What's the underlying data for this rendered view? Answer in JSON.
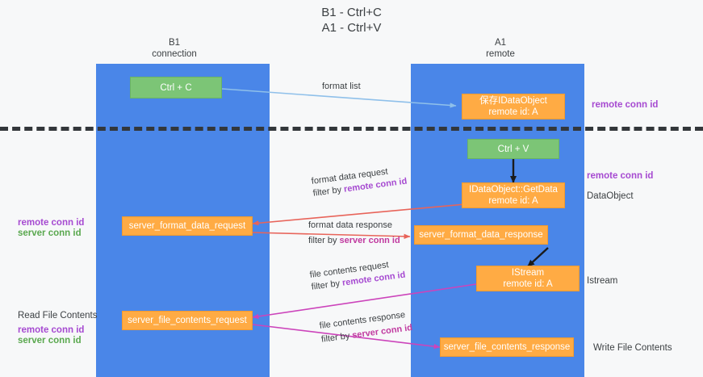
{
  "title": {
    "line1": "B1 - Ctrl+C",
    "line2": "A1 - Ctrl+V"
  },
  "columns": [
    {
      "name": "B1",
      "sub": "connection"
    },
    {
      "name": "A1",
      "sub": "remote"
    }
  ],
  "nodes": {
    "ctrl_c": {
      "line1": "Ctrl + C",
      "line2": ""
    },
    "idataobject": {
      "line1": "保存IDataObject",
      "line2": "remote id: A"
    },
    "ctrl_v": {
      "line1": "Ctrl + V",
      "line2": ""
    },
    "getdata": {
      "line1": "IDataObject::GetData",
      "line2": "remote id: A"
    },
    "fmt_request": {
      "line1": "server_format_data_request",
      "line2": ""
    },
    "fmt_response": {
      "line1": "server_format_data_response",
      "line2": ""
    },
    "istream": {
      "line1": "IStream",
      "line2": "remote id: A"
    },
    "file_request": {
      "line1": "server_file_contents_request",
      "line2": ""
    },
    "file_response": {
      "line1": "server_file_contents_response",
      "line2": ""
    }
  },
  "edge_labels": {
    "format_list": "format list",
    "fmt_req_top": "format data request",
    "fmt_req_filter_a": "filter by ",
    "fmt_req_filter_b": "remote conn id",
    "fmt_res_top": "format data response",
    "fmt_res_filter_a": "filter by ",
    "fmt_res_filter_b": "server conn id",
    "file_req_top": "file contents request",
    "file_req_filter_a": "filter by ",
    "file_req_filter_b": "remote conn id",
    "file_res_top": "file contents response",
    "file_res_filter_a": "filter by ",
    "file_res_filter_b": "server conn id"
  },
  "annotations": {
    "right_remote_conn_1": "remote conn id",
    "right_remote_conn_2": "remote conn id",
    "right_dataobject": "DataObject",
    "right_istream": "Istream",
    "right_write_file": "Write File Contents",
    "left_remote_conn_1": "remote conn id",
    "left_server_conn_1": "server conn id",
    "left_read_file": "Read File Contents",
    "left_remote_conn_2": "remote conn id",
    "left_server_conn_2": "server conn id"
  },
  "colors": {
    "lane": "#4a86e8",
    "green_box": "#7cc576",
    "orange_box": "#ffab44",
    "purple": "#a64ad1",
    "green_text": "#5aa84f",
    "magenta": "#c0399f",
    "arrow_blue": "#8fc0ea",
    "arrow_red": "#e8645a",
    "arrow_magenta": "#cc44bb",
    "arrow_black": "#1b1b1b",
    "background": "#f7f8f9"
  }
}
